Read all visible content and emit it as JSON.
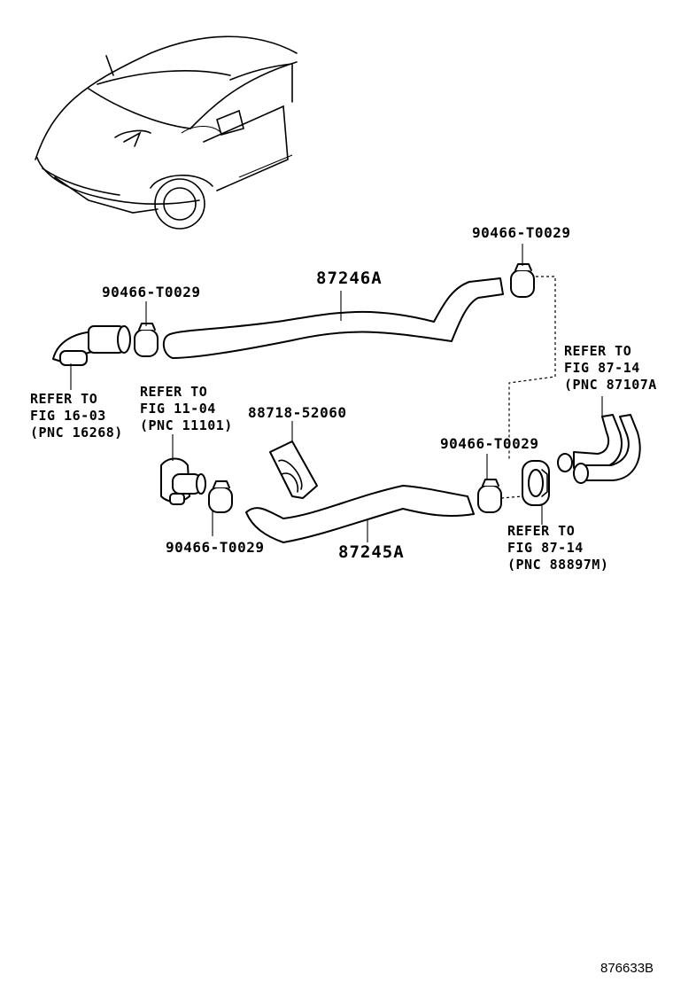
{
  "diagram": {
    "parts": {
      "hose_upper": "87246A",
      "hose_lower": "87245A",
      "bracket": "88718-52060",
      "clamp_top_right": "90466-T0029",
      "clamp_left": "90466-T0029",
      "clamp_lower_left": "90466-T0029",
      "clamp_lower_right": "90466-T0029"
    },
    "refs": {
      "fig_16_03": [
        "REFER TO",
        "FIG 16-03",
        "(PNC 16268)"
      ],
      "fig_11_04": [
        "REFER TO",
        "FIG 11-04",
        "(PNC 11101)"
      ],
      "fig_87_14_a": [
        "REFER TO",
        "FIG 87-14",
        "(PNC 87107A"
      ],
      "fig_87_14_b": [
        "REFER TO",
        "FIG 87-14",
        "(PNC 88897M)"
      ]
    },
    "illustration_code": "876633B"
  }
}
